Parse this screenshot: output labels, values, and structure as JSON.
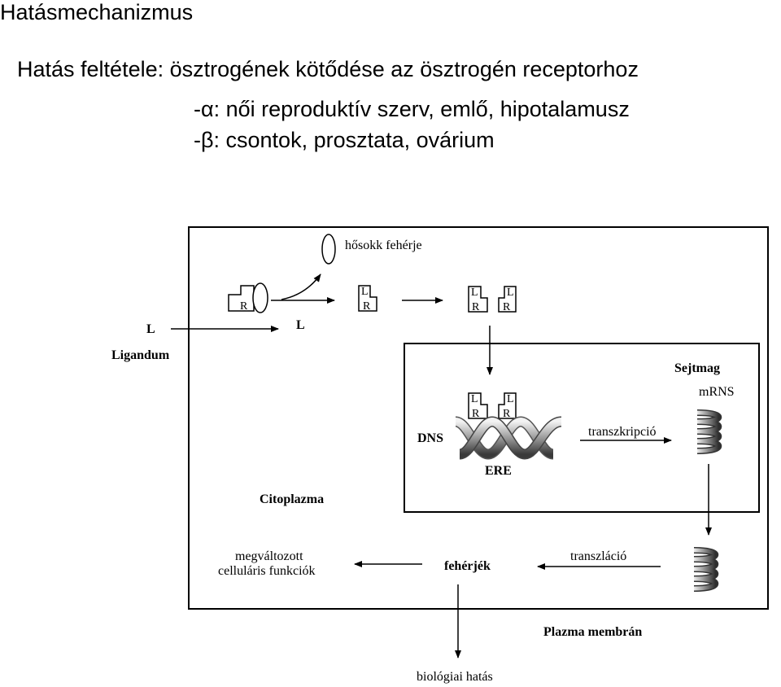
{
  "slide": {
    "title": "Hatásmechanizmus",
    "line1": "Hatás feltétele: ösztrogének kötődése az ösztrogén receptorhoz",
    "line2": "-α:  női reproduktív szerv, emlő, hipotalamusz",
    "line3": "-β: csontok, prosztata, ovárium"
  },
  "diagram": {
    "heat_shock": "hősokk fehérje",
    "ligand_outside": "L",
    "ligand_label": "Ligandum",
    "ligand_inside": "L",
    "letter_L": "L",
    "letter_R": "R",
    "nucleus": "Sejtmag",
    "mrna": "mRNS",
    "dna": "DNS",
    "ere": "ERE",
    "transcription": "transzkripció",
    "cytoplasm": "Citoplazma",
    "changed_1": "megváltozott",
    "changed_2": "celluláris funkciók",
    "proteins": "fehérjék",
    "translation": "transzláció",
    "membrane": "Plazma membrán",
    "bio_effect": "biológiai hatás"
  }
}
